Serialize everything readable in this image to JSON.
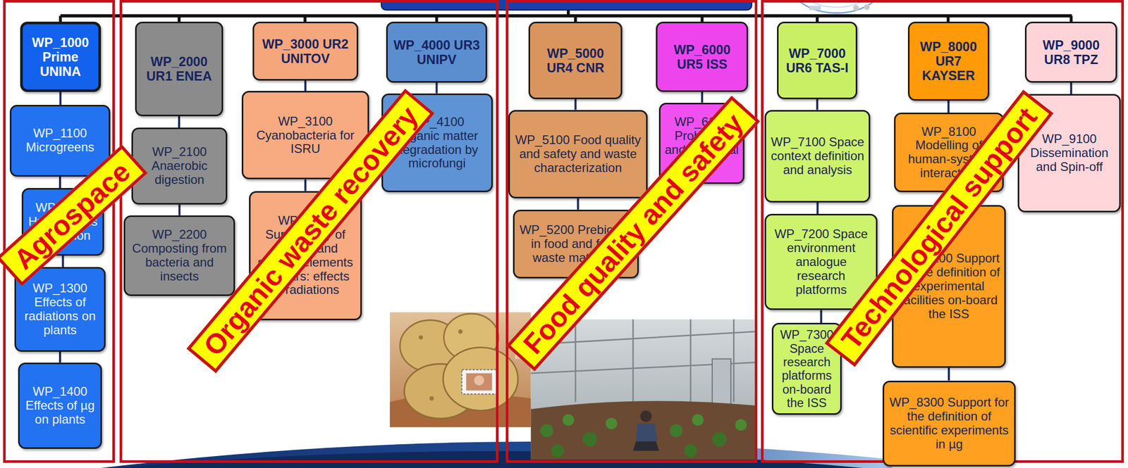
{
  "diagram": {
    "nodes": [
      {
        "text": [
          "Agrospace"
        ]
      },
      {
        "text": [
          "WP_1000 Prime UNINA"
        ],
        "in": 0
      },
      {
        "text": [
          "WP_1100 Microgreens"
        ],
        "in": 0
      },
      {
        "text": [
          "WP_1200 Hydroponics cultivation"
        ],
        "in": 0
      },
      {
        "text": [
          "WP_1300 Effects of radiations on plants"
        ],
        "in": 0
      },
      {
        "text": [
          "WP_1400 Effects of µg on plants"
        ],
        "in": 0
      },
      {
        "text": [
          "Organic waste recovery"
        ]
      },
      {
        "text": [
          "WP_2000 UR1 ENEA"
        ],
        "in": 6
      },
      {
        "text": [
          "WP_2100 Anaerobic digestion"
        ],
        "in": 6
      },
      {
        "text": [
          "WP_2200 Composting from bacteria and insects"
        ],
        "in": 6
      },
      {
        "text": [
          "WP_3000 UR2 UNITOV"
        ],
        "in": 6
      },
      {
        "text": [
          "WP_3100 Cyanobacteria for ISRU"
        ],
        "in": 6
      },
      {
        "text": [
          "WP_3200 Survivability of organic and specific elements on Mars: effects of radiations"
        ],
        "in": 6
      },
      {
        "text": [
          "WP_4000 UR3 UNIPV"
        ],
        "in": 6
      },
      {
        "text": [
          "WP_4100 Organic matter degradation by microfungi"
        ],
        "in": 6
      },
      {
        "text": [
          "Food quality and safety"
        ]
      },
      {
        "text": [
          "WP_5000 UR4 CNR"
        ],
        "in": 15
      },
      {
        "text": [
          "WP_5100 Food quality and safety and waste characterization"
        ],
        "in": 15
      },
      {
        "text": [
          "WP_5200 Prebiotics in food and from waste materials"
        ],
        "in": 15
      },
      {
        "text": [
          "WP_6000 UR5 ISS"
        ],
        "in": 15
      },
      {
        "text": [
          "WP_6100 Probiotics and microbial safety"
        ],
        "in": 15
      },
      {
        "text": [
          "Technological support"
        ]
      },
      {
        "text": [
          "WP_7000 UR6 TAS-I"
        ],
        "in": 21
      },
      {
        "text": [
          "WP_7100 Space context definition and analysis"
        ],
        "in": 21
      },
      {
        "text": [
          "WP_7200 Space environment analogue research platforms"
        ],
        "in": 21
      },
      {
        "text": [
          "WP_7300 Space research platforms on-board the ISS"
        ],
        "in": 21
      },
      {
        "text": [
          "WP_8000 UR7 KAYSER"
        ],
        "in": 21
      },
      {
        "text": [
          "WP_8100 Modelling of human-system interaction"
        ],
        "in": 21
      },
      {
        "text": [
          "WP_8200 Support for the definition of experimental facilities on-board the ISS"
        ],
        "in": 21
      },
      {
        "text": [
          "WP_8300 Support for the definition of scientific experiments in µg"
        ],
        "in": 21
      },
      {
        "text": [
          "WP_9000 UR8 TPZ"
        ],
        "in": 21
      },
      {
        "text": [
          "WP_9100 Dissemination and Spin-off"
        ],
        "in": 21
      }
    ],
    "edges": [
      {
        "from": 1,
        "to": 2,
        "arrow": "none"
      },
      {
        "from": 2,
        "to": 3,
        "arrow": "none"
      },
      {
        "from": 3,
        "to": 4,
        "arrow": "none"
      },
      {
        "from": 4,
        "to": 5,
        "arrow": "none"
      },
      {
        "from": 7,
        "to": 8,
        "arrow": "none"
      },
      {
        "from": 8,
        "to": 9,
        "arrow": "none"
      },
      {
        "from": 10,
        "to": 11,
        "arrow": "none"
      },
      {
        "from": 11,
        "to": 12,
        "arrow": "none"
      },
      {
        "from": 13,
        "to": 14,
        "arrow": "none"
      },
      {
        "from": 16,
        "to": 17,
        "arrow": "none"
      },
      {
        "from": 17,
        "to": 18,
        "arrow": "none"
      },
      {
        "from": 19,
        "to": 20,
        "arrow": "none"
      },
      {
        "from": 22,
        "to": 23,
        "arrow": "none"
      },
      {
        "from": 23,
        "to": 24,
        "arrow": "none"
      },
      {
        "from": 24,
        "to": 25,
        "arrow": "none"
      },
      {
        "from": 26,
        "to": 27,
        "arrow": "none"
      },
      {
        "from": 27,
        "to": 28,
        "arrow": "none"
      },
      {
        "from": 28,
        "to": 29,
        "arrow": "none"
      },
      {
        "from": 30,
        "to": 31,
        "arrow": "none"
      }
    ]
  }
}
